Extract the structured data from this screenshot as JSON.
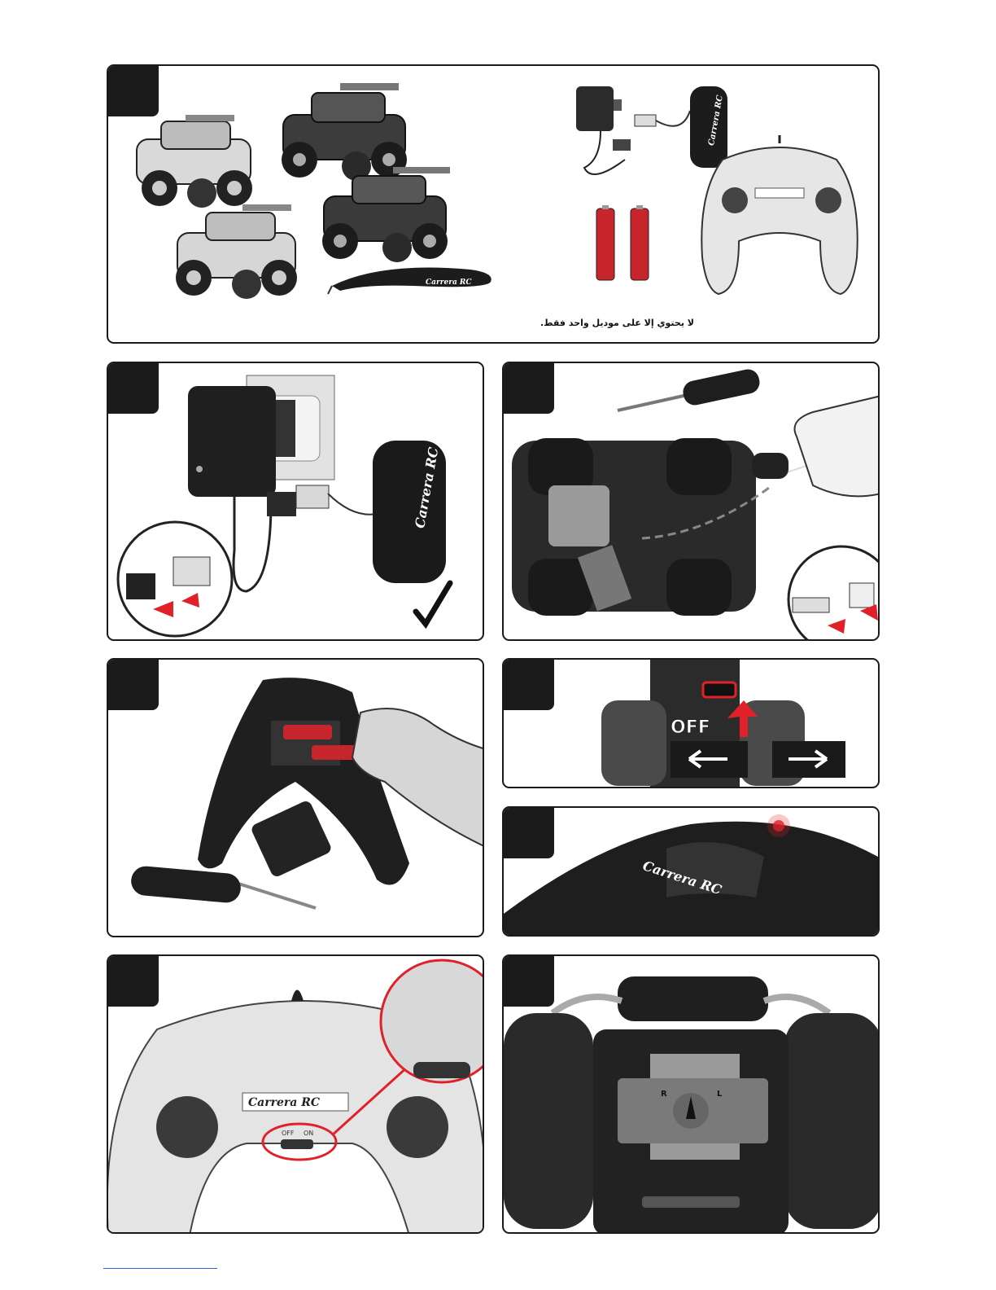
{
  "steps": [
    {
      "id": "step-1",
      "note": "لا يحتوي إلا على موديل واحد فقط."
    },
    {
      "id": "step-2"
    },
    {
      "id": "step-3"
    },
    {
      "id": "step-4"
    },
    {
      "id": "step-5",
      "switch_label": "OFF"
    },
    {
      "id": "step-6"
    },
    {
      "id": "step-7",
      "switch_off": "OFF",
      "switch_on": "ON"
    },
    {
      "id": "step-8",
      "steer_left": "R",
      "steer_right": "L"
    }
  ],
  "brand": {
    "name": "Carrera",
    "mark": "RC"
  },
  "colors": {
    "panel_border": "#1a1a1a",
    "step_tab": "#1b1b1b",
    "accent_red": "#e0212a"
  }
}
